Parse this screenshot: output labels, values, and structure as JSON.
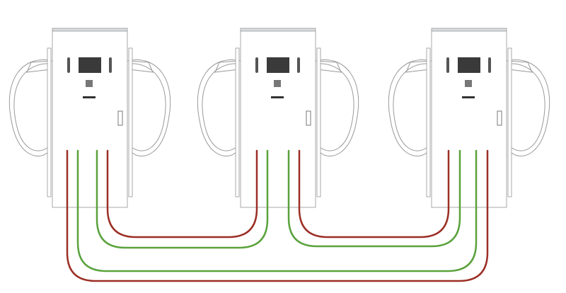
{
  "colors": {
    "red_cable": "#9b2f25",
    "green_cable": "#5aa23c",
    "outline": "#a8a8a8",
    "screen": "#3a3a3a"
  },
  "chargers": [
    {
      "id": "charger-1"
    },
    {
      "id": "charger-2"
    },
    {
      "id": "charger-3"
    }
  ],
  "cables": [
    {
      "color": "red",
      "from": "charger-1",
      "to": "charger-2"
    },
    {
      "color": "green",
      "from": "charger-1",
      "to": "charger-2"
    },
    {
      "color": "green",
      "from": "charger-2",
      "to": "charger-3"
    },
    {
      "color": "red",
      "from": "charger-2",
      "to": "charger-3"
    },
    {
      "color": "green",
      "from": "charger-1",
      "to": "charger-3"
    },
    {
      "color": "red",
      "from": "charger-1",
      "to": "charger-3"
    }
  ]
}
